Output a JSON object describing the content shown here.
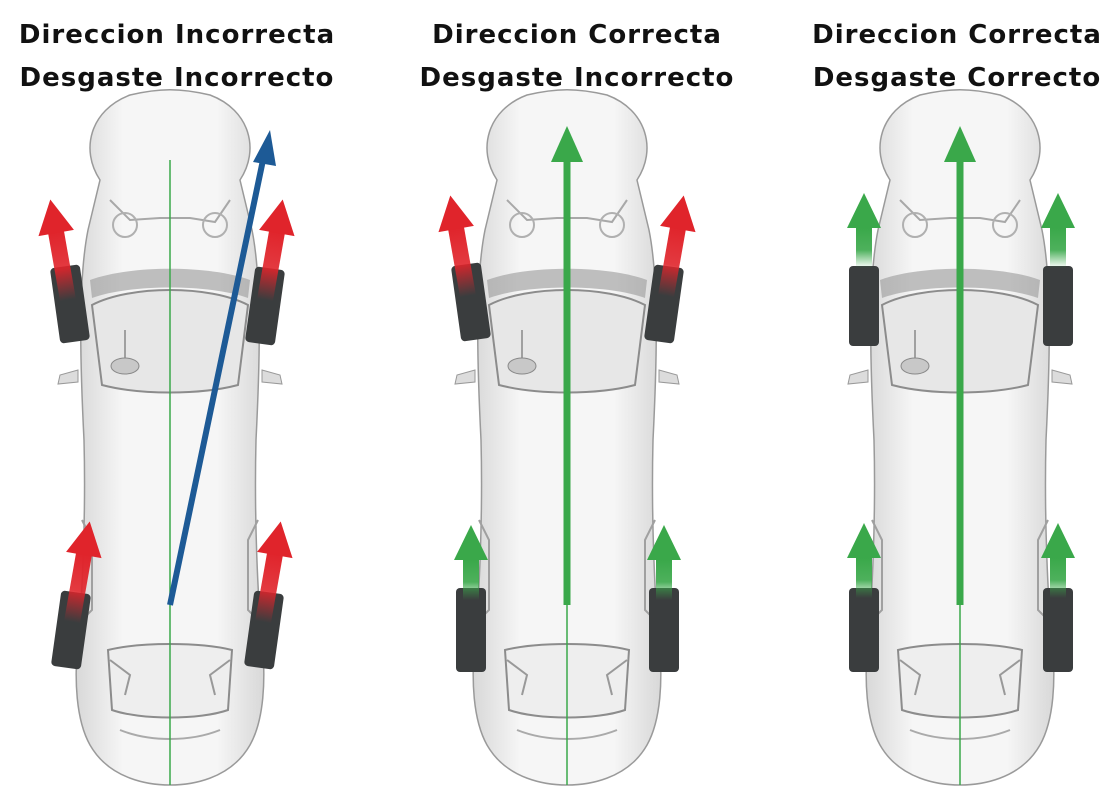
{
  "panels": [
    {
      "line1": "Direccion Incorrecta",
      "line2": "Desgaste Incorrecto",
      "front_wheels": "angled",
      "rear_wheels": "angled",
      "front_arrows": "red",
      "rear_arrows": "red",
      "thrust_arrow": "blue-angled"
    },
    {
      "line1": "Direccion Correcta",
      "line2": "Desgaste Incorrecto",
      "front_wheels": "angled",
      "rear_wheels": "straight",
      "front_arrows": "red",
      "rear_arrows": "green",
      "thrust_arrow": "green-straight"
    },
    {
      "line1": "Direccion Correcta",
      "line2": "Desgaste Correcto",
      "front_wheels": "straight",
      "rear_wheels": "straight",
      "front_arrows": "green",
      "rear_arrows": "green",
      "thrust_arrow": "green-straight"
    }
  ],
  "colors": {
    "red": "#e0242b",
    "green": "#3aa84a",
    "blue": "#1d5a96",
    "centerline": "#3aa84a",
    "tire": "#3a3d3e",
    "body": "#f2f2f2"
  }
}
